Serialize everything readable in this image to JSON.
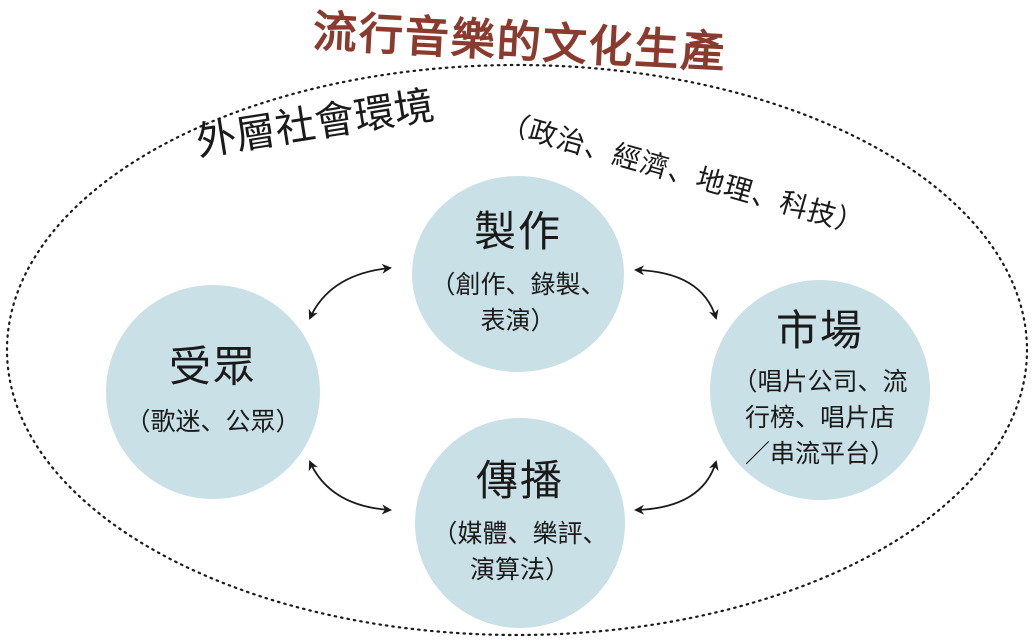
{
  "title": "流行音樂的文化生產",
  "outer_environment": {
    "label": "外層社會環境",
    "factors": "（政治、經濟、地理、科技）"
  },
  "nodes": {
    "production": {
      "title": "製作",
      "desc": "（創作、錄製、\n表演）"
    },
    "audience": {
      "title": "受眾",
      "desc": "（歌迷、公眾）"
    },
    "market": {
      "title": "市場",
      "desc": "（唱片公司、流\n行榜、唱片店\n／串流平台）"
    },
    "dissemination": {
      "title": "傳播",
      "desc": "（媒體、樂評、\n演算法）"
    }
  },
  "colors": {
    "title": "#8b3a2e",
    "node_fill": "#c8e0e6",
    "text": "#1a1a1a",
    "arrow": "#1a1a1a"
  },
  "connections": [
    {
      "from": "audience",
      "to": "production",
      "type": "bidirectional"
    },
    {
      "from": "production",
      "to": "market",
      "type": "bidirectional"
    },
    {
      "from": "market",
      "to": "dissemination",
      "type": "bidirectional"
    },
    {
      "from": "dissemination",
      "to": "audience",
      "type": "bidirectional"
    }
  ]
}
